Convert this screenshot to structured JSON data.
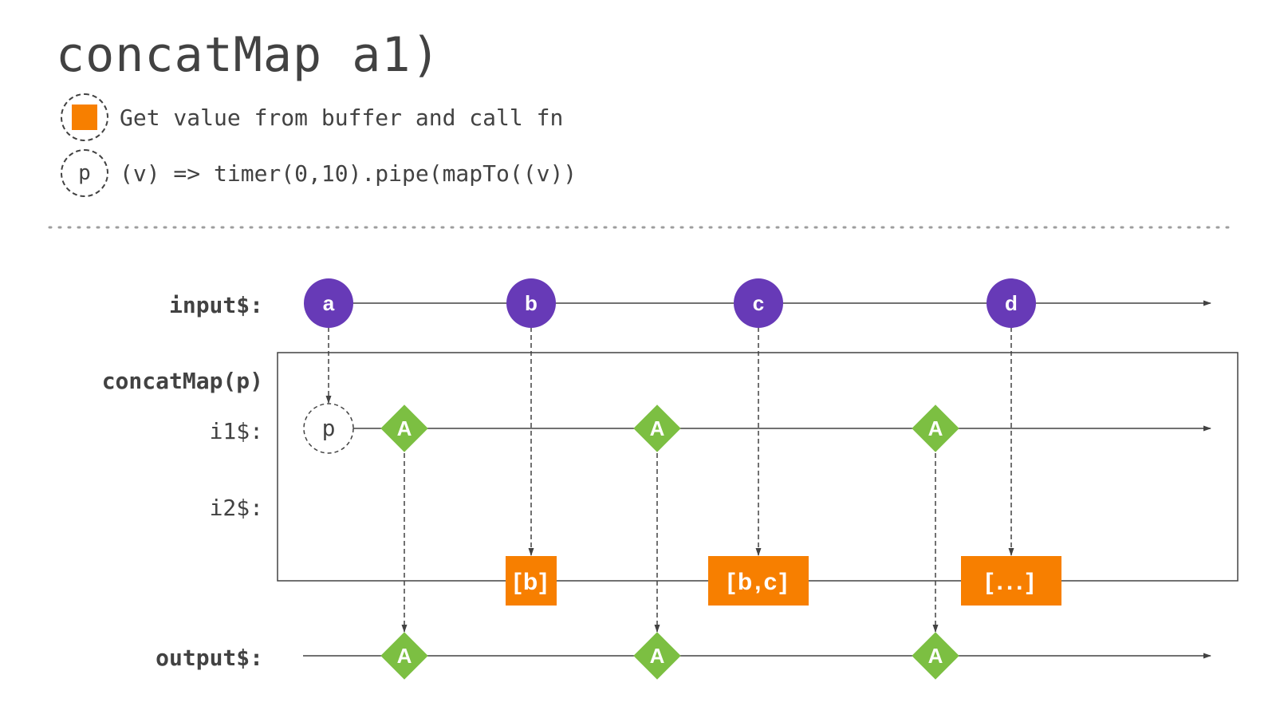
{
  "title": "concatMap a1)",
  "legend": [
    {
      "kind": "square",
      "text": "Get value from buffer and call fn"
    },
    {
      "kind": "circle",
      "symbol": "p",
      "text": "(v) => timer(0,10).pipe(mapTo((v))"
    }
  ],
  "labels": {
    "input": "input$:",
    "operator": "concatMap(p)",
    "i1": "i1$:",
    "i2": "i2$:",
    "output": "output$:"
  },
  "input_marbles": [
    "a",
    "b",
    "c",
    "d"
  ],
  "inner_project_symbol": "p",
  "inner_emissions": [
    "A",
    "A",
    "A"
  ],
  "buffer_boxes": [
    "[b]",
    "[b,c]",
    "[...]"
  ],
  "output_emissions": [
    "A",
    "A",
    "A"
  ],
  "colors": {
    "text": "#424242",
    "marble_purple": "#673ab7",
    "diamond_green": "#7cbf42",
    "buffer_orange": "#f77f00",
    "line": "#424242"
  }
}
